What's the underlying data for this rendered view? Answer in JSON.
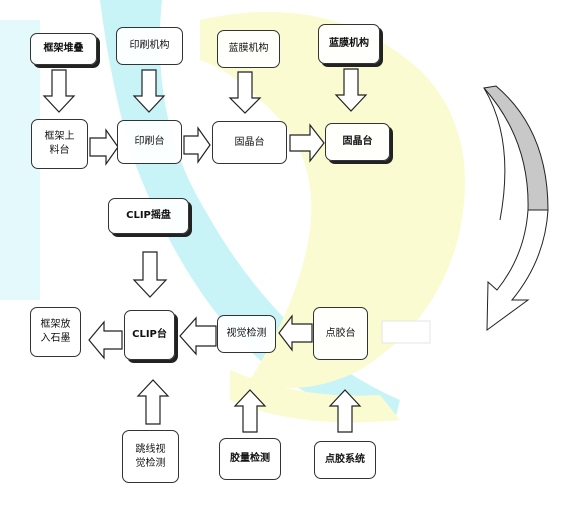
{
  "nodes": {
    "frame_stack": "框架堆叠",
    "print_mech": "印刷机构",
    "blue_film_mech_1": "蓝膜机构",
    "blue_film_mech_2": "蓝膜机构",
    "frame_load": "框架上料台",
    "print_table": "印刷台",
    "die_bond_1": "固晶台",
    "die_bond_2": "固晶台",
    "clip_tray": "CLIP摇盘",
    "frame_unload": "框架放入石墨",
    "clip_table": "CLIP台",
    "vision_check": "视觉检测",
    "dispense_table": "点胶台",
    "wire_vision": "跳线视觉检测",
    "glue_check": "胶量检测",
    "dispense_system": "点胶系统"
  },
  "colors": {
    "watermark_cyan": "#c8f4f8",
    "watermark_yellow": "#fbfbd2",
    "arrow_stroke": "#222222",
    "curve_fill": "#c8c8c8"
  }
}
